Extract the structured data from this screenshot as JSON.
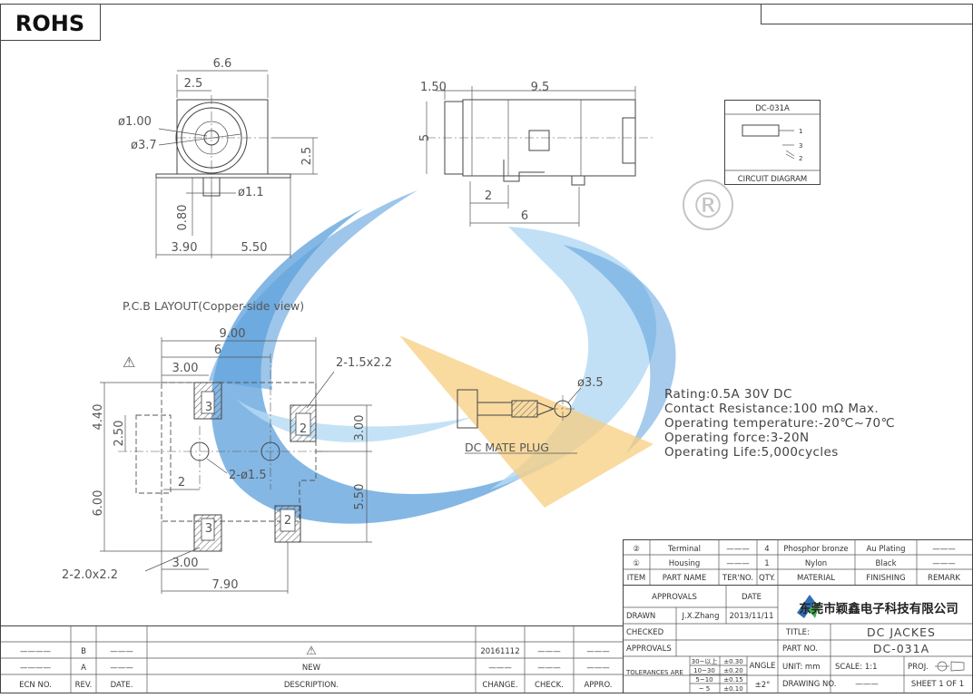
{
  "header": {
    "badge": "ROHS"
  },
  "logo": {
    "registered": "®"
  },
  "front_view": {
    "dims": {
      "width_total": "6.6",
      "offset_center": "2.5",
      "pin_dia": "ø1.00",
      "hole_dia": "ø3.7",
      "center_height": "2.5",
      "pin_width": "ø1.1",
      "pin_length": "0.80",
      "left_offset": "3.90",
      "right_offset": "5.50"
    }
  },
  "side_view": {
    "dims": {
      "front_len": "1.50",
      "body_len": "9.5",
      "height": "5",
      "pin_offset": "2",
      "pin_span": "6"
    }
  },
  "circuit": {
    "title": "DC-031A",
    "caption": "CIRCUIT  DIAGRAM",
    "pins": [
      "1",
      "3",
      "2"
    ]
  },
  "pcb": {
    "title": "P.C.B  LAYOUT(Copper-side view)",
    "warning": "⚠",
    "dims": {
      "total_width": "9.00",
      "mid_width": "6",
      "left_width": "3.00",
      "slot_top": "2-1.5x2.2",
      "height_top": "4.40",
      "pin_spacing": "2.50",
      "slot_height": "3.00",
      "hole_spacing": "2",
      "hole_dia": "2-ø1.5",
      "height_bottom": "6.00",
      "right_height": "5.50",
      "bottom_width_left": "3.00",
      "bottom_slot": "2-2.0x2.2",
      "bottom_width": "7.90"
    },
    "pad_labels": [
      "3",
      "2",
      "3",
      "2"
    ]
  },
  "plug": {
    "dia": "ø3.5",
    "caption": "DC  MATE  PLUG"
  },
  "specs": [
    "Rating:0.5A  30V  DC",
    "Contact  Resistance:100  mΩ  Max.",
    "Operating  temperature:-20℃~70℃",
    "Operating  force:3-20N",
    "Operating  Life:5,000cycles"
  ],
  "bom": {
    "rows": [
      {
        "no": "②",
        "part": "Terminal",
        "ter": "———",
        "qty": "4",
        "material": "Phosphor  bronze",
        "finishing": "Au  Plating",
        "remark": "———"
      },
      {
        "no": "①",
        "part": "Housing",
        "ter": "———",
        "qty": "1",
        "material": "Nylon",
        "finishing": "Black",
        "remark": "———"
      }
    ],
    "headers": {
      "item": "ITEM",
      "part": "PART  NAME",
      "ter": "TER'NO.",
      "qty": "QTY.",
      "material": "MATERIAL",
      "finishing": "FINISHING",
      "remark": "REMARK"
    }
  },
  "title_block": {
    "approvals_label": "APPROVALS",
    "date_label": "DATE",
    "drawn_label": "DRAWN",
    "drawn_by": "J.X.Zhang",
    "drawn_date": "2013/11/11",
    "checked_label": "CHECKED",
    "approvals_label2": "APPROVALS",
    "company": "东莞市颖鑫电子科技有限公司",
    "title_label": "TITLE:",
    "title": "DC  JACKES",
    "part_no_label": "PART  NO.",
    "part_no": "DC-031A",
    "tolerances_label": "TOLERANCES  ARE",
    "tol_ranges": [
      "30~以上",
      "10~30",
      "5~10",
      "~ 5"
    ],
    "tol_values": [
      "±0.30",
      "±0.20",
      "±0.15",
      "±0.10"
    ],
    "angle_label": "ANGLE",
    "angle_value": "±2°",
    "unit": "UNIT:  mm",
    "scale": "SCALE:  1:1",
    "proj": "PROJ.",
    "drawing_no_label": "DRAWING  NO.",
    "drawing_no": "———",
    "sheet": "SHEET  1  OF  1"
  },
  "revisions": {
    "rows": [
      {
        "ecn": "————",
        "rev": "B",
        "date": "———",
        "desc": "⚠",
        "change": "20161112",
        "check": "———",
        "appro": "———"
      },
      {
        "ecn": "————",
        "rev": "A",
        "date": "———",
        "desc": "NEW",
        "change": "———",
        "check": "———",
        "appro": "———"
      }
    ],
    "headers": {
      "ecn": "ECN  NO.",
      "rev": "REV.",
      "date": "DATE.",
      "desc": "DESCRIPTION.",
      "change": "CHANGE.",
      "check": "CHECK.",
      "appro": "APPRO."
    }
  },
  "colors": {
    "watermark_blue": "#3f8fd6",
    "watermark_light": "#a9d4f2",
    "watermark_orange": "#f6c56a",
    "line": "#444444"
  }
}
